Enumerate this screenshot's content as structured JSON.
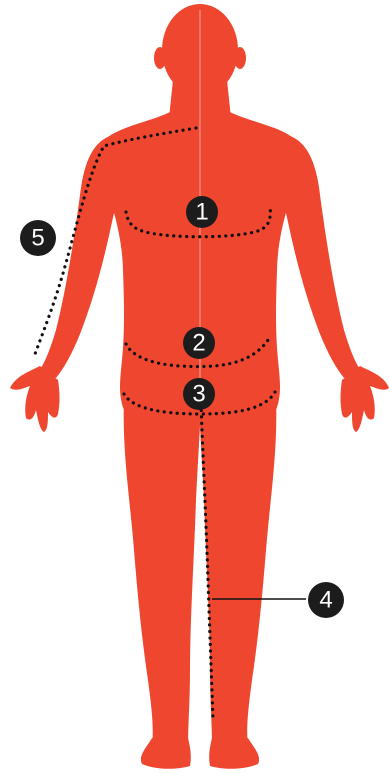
{
  "figure": {
    "body_color": "#ef4630",
    "body_line_color": "#f7a89c",
    "marker_color": "#1c1c1c",
    "marker_text_color": "#ffffff",
    "dot_color": "#111111"
  },
  "markers": [
    {
      "id": "chest",
      "label": "1"
    },
    {
      "id": "waist",
      "label": "2"
    },
    {
      "id": "hips",
      "label": "3"
    },
    {
      "id": "inseam",
      "label": "4"
    },
    {
      "id": "sleeve",
      "label": "5"
    }
  ]
}
